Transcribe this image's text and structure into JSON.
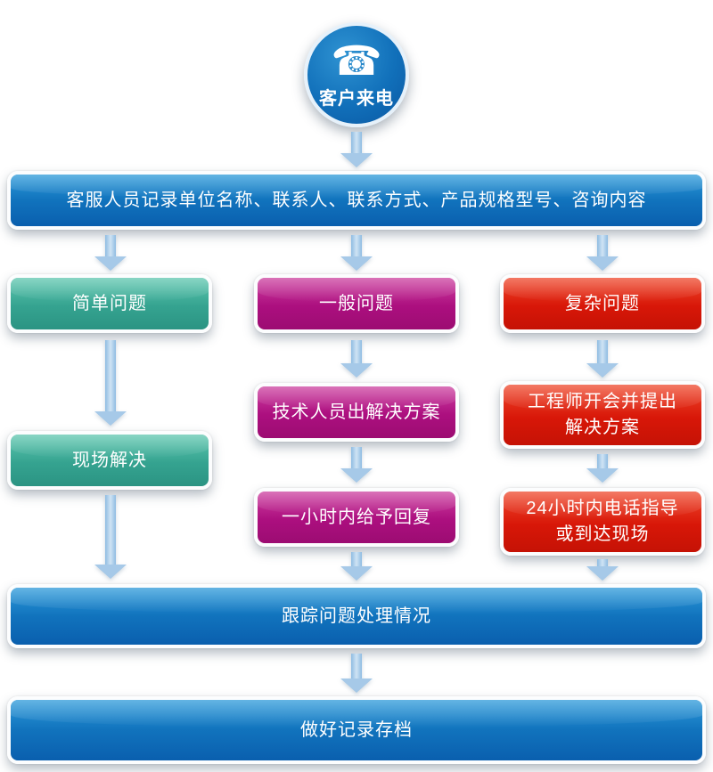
{
  "start": {
    "label": "客户来电",
    "icon": "☎"
  },
  "record": {
    "label": "客服人员记录单位名称、联系人、联系方式、产品规格型号、咨询内容"
  },
  "branches": {
    "simple": {
      "header": "简单问题",
      "step1": "现场解决"
    },
    "general": {
      "header": "一般问题",
      "step1": "技术人员出解决方案",
      "step2": "一小时内给予回复"
    },
    "complex": {
      "header": "复杂问题",
      "step1": "工程师开会并提出\n解决方案",
      "step2": "24小时内电话指导\n或到达现场"
    }
  },
  "track": {
    "label": "跟踪问题处理情况"
  },
  "archive": {
    "label": "做好记录存档"
  },
  "colors": {
    "blue": "#0f6ab6",
    "teal": "#35a390",
    "magenta": "#ac0f7f",
    "red": "#d81708",
    "arrow": "#a6c9e8"
  }
}
